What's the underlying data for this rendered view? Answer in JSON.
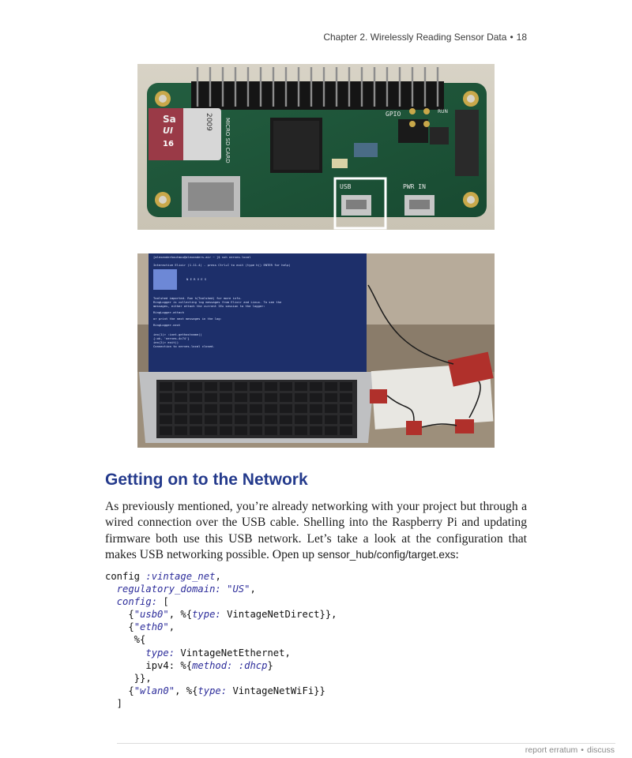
{
  "running_head": {
    "chapter": "Chapter 2. Wirelessly Reading Sensor Data",
    "bullet": "•",
    "page_number": "18"
  },
  "figures": {
    "board_photo": {
      "labels": {
        "sd_brand": "Sa",
        "sd_ultra": "Ul",
        "sd_capacity": "16",
        "sd_code": "2009",
        "micro_sd_card": "MICRO SD CARD",
        "gpio": "GPIO",
        "usb": "USB",
        "pwr_in": "PWR IN",
        "run": "RUN"
      },
      "highlight_color": "#ffffff"
    },
    "laptop_photo": {
      "terminal_lines": [
        "[alexanderkoutmou@alexanders-air ~ ]$ ssh nerves.local",
        "Interactive Elixir (1.11.4) - press Ctrl+C to exit (type h() ENTER for help)",
        "N  E  R  V  E  S",
        "Toolshed imported. Run h(Toolshed) for more info.",
        "RingLogger is collecting log messages from Elixir and Linux. To see the",
        "messages, either attach the current IEx session to the logger:",
        "  RingLogger.attach",
        "or print the next messages in the log:",
        "  RingLogger.next",
        "iex(1)> :inet.gethostname()",
        "{:ok, 'nerves-4c74'}",
        "iex(2)> exit()",
        "Connection to nerves.local closed."
      ]
    }
  },
  "section": {
    "heading": "Getting on to the Network"
  },
  "paragraph": {
    "text": "As previously mentioned, you’re already networking with your project but through a wired connection over the USB cable. Shelling into the Raspberry Pi and updating firmware both use this USB network. Let’s take a look at the configuration that makes USB networking possible. Open up ",
    "path": "sensor_hub/config/target.exs",
    "end": ":"
  },
  "code_lines": [
    "config :vintage_net,",
    "  regulatory_domain: \"US\",",
    "  config: [",
    "    {\"usb0\", %{type: VintageNetDirect}},",
    "    {\"eth0\",",
    "     %{",
    "       type: VintageNetEthernet,",
    "       ipv4: %{method: :dhcp}",
    "     }},",
    "    {\"wlan0\", %{type: VintageNetWiFi}}",
    "  ]"
  ],
  "footer": {
    "report_erratum": "report erratum",
    "separator": "•",
    "discuss": "discuss"
  },
  "colors": {
    "heading": "#243a8c",
    "code_highlight": "#2c2c9a",
    "board_green": "#1f5a3c"
  }
}
